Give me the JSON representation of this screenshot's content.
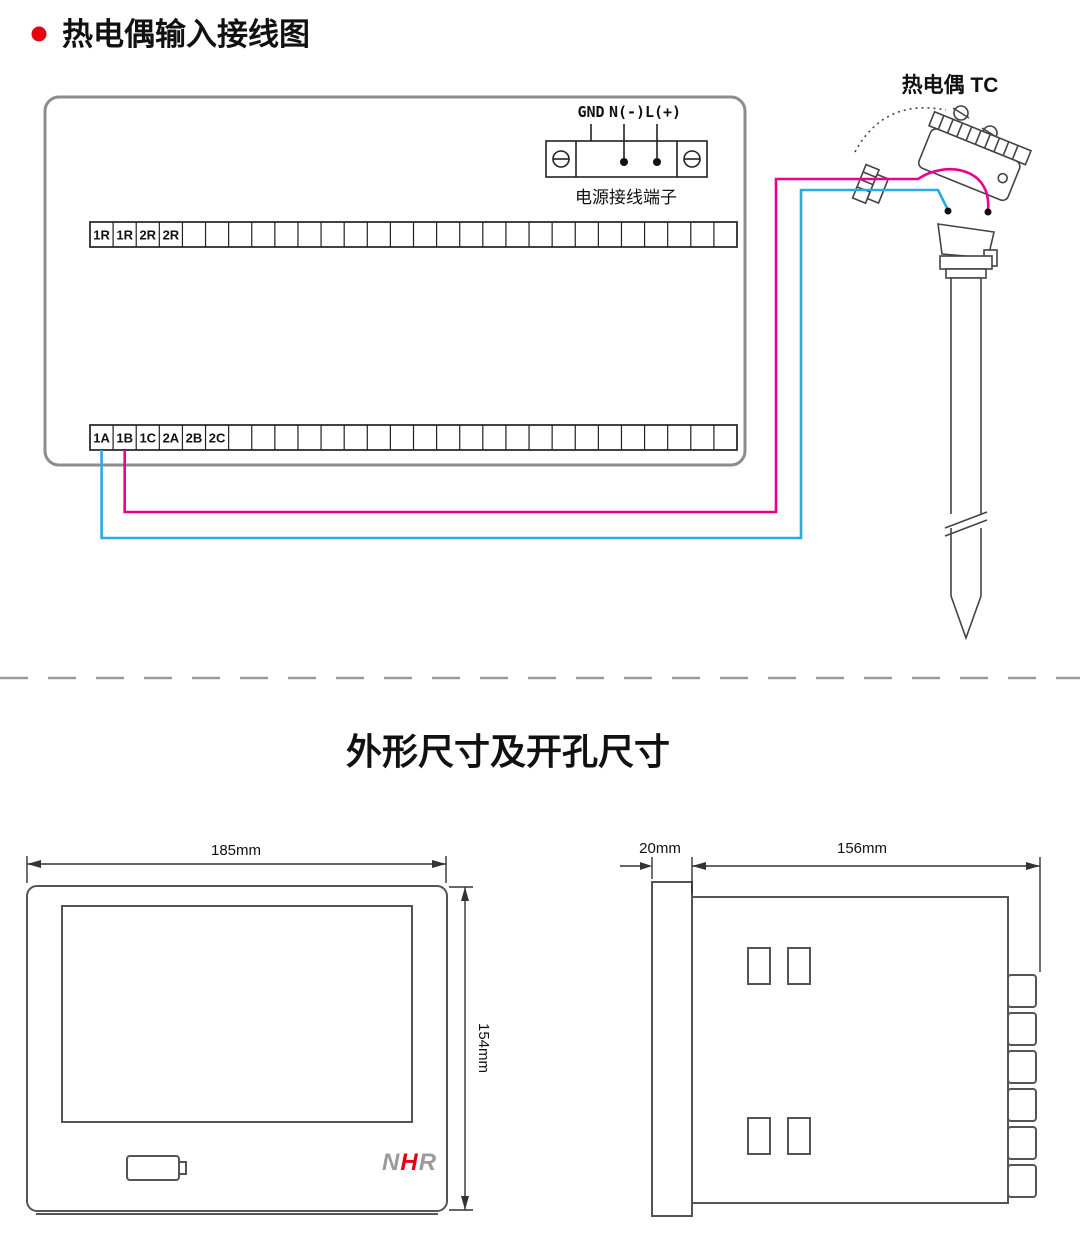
{
  "header": {
    "bullet_color": "#e60012",
    "title": "热电偶输入接线图"
  },
  "wiring": {
    "tc_label": "热电偶 TC",
    "power_terminal": {
      "labels": [
        "GND",
        "N(-)",
        "L(+)"
      ],
      "caption": "电源接线端子"
    },
    "top_strip": {
      "cells": 28,
      "labels": [
        "1R",
        "1R",
        "2R",
        "2R"
      ]
    },
    "bottom_strip": {
      "cells": 28,
      "labels": [
        "1A",
        "1B",
        "1C",
        "2A",
        "2B",
        "2C"
      ]
    },
    "wire_colors": {
      "blue": "#29abe2",
      "magenta": "#ec008c"
    }
  },
  "dimensions_section": {
    "title": "外形尺寸及开孔尺寸",
    "front_view": {
      "width_label": "185mm",
      "height_label": "154mm"
    },
    "side_view": {
      "bezel_label": "20mm",
      "depth_label": "156mm"
    },
    "logo": {
      "letters": [
        "N",
        "H",
        "R"
      ],
      "h_color": "#e60012",
      "nr_color": "#9b9b9b"
    }
  }
}
